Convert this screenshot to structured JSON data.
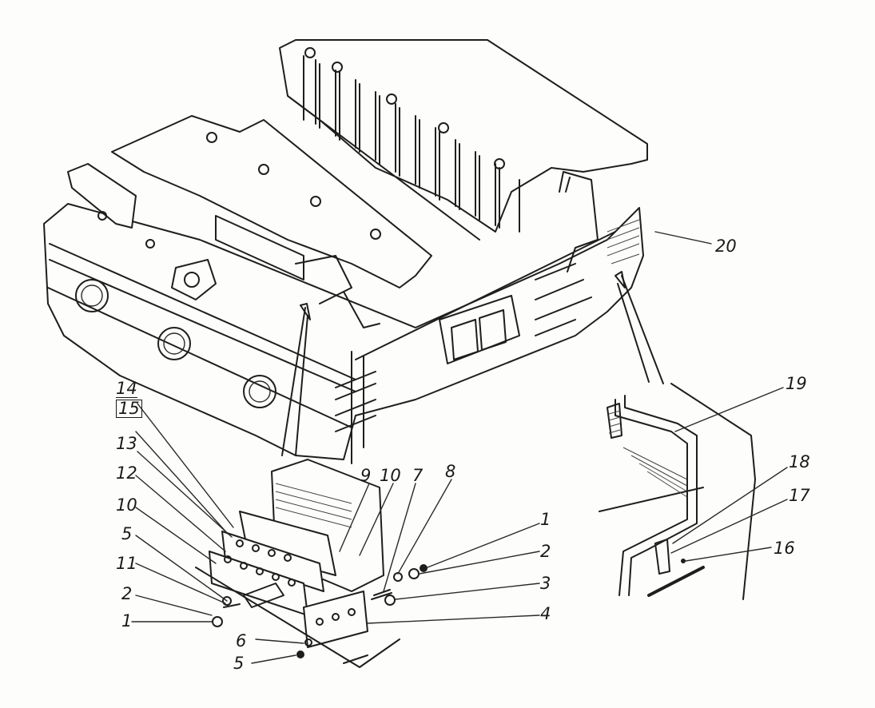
{
  "callouts": {
    "c1a": "1",
    "c1b": "1",
    "c2a": "2",
    "c2b": "2",
    "c3": "3",
    "c4": "4",
    "c5a": "5",
    "c5b": "5",
    "c6": "6",
    "c7": "7",
    "c8": "8",
    "c9": "9",
    "c10a": "10",
    "c10b": "10",
    "c11": "11",
    "c12": "12",
    "c13": "13",
    "c14": "14",
    "c15": "15",
    "c16": "16",
    "c17": "17",
    "c18": "18",
    "c19": "19",
    "c20": "20"
  }
}
